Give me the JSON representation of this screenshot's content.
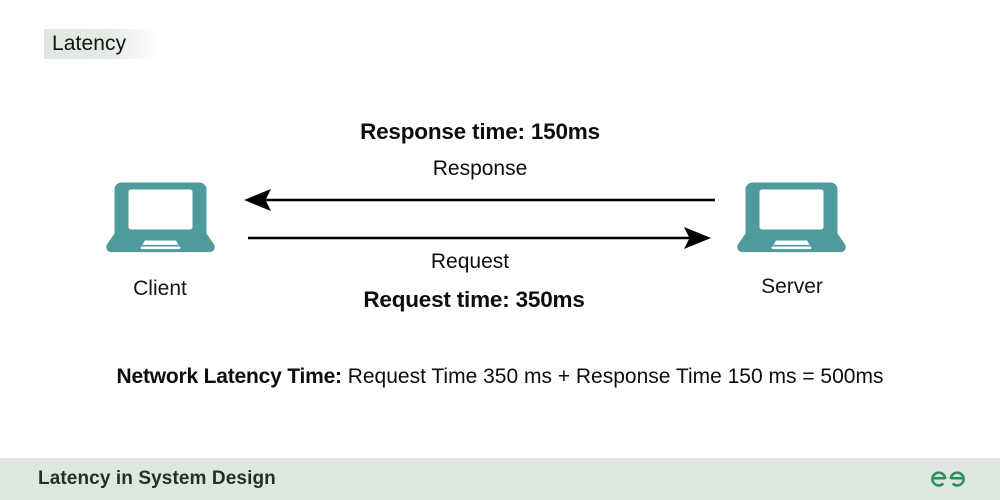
{
  "tag": {
    "label": "Latency"
  },
  "diagram": {
    "nodes": [
      {
        "id": "client",
        "label": "Client",
        "icon": "laptop-icon"
      },
      {
        "id": "server",
        "label": "Server",
        "icon": "laptop-icon"
      }
    ],
    "flows": [
      {
        "id": "response",
        "direction": "server-to-client",
        "metric_label": "Response time: 150ms",
        "name_label": "Response",
        "value_ms": 150
      },
      {
        "id": "request",
        "direction": "client-to-server",
        "metric_label": "Request time: 350ms",
        "name_label": "Request",
        "value_ms": 350
      }
    ]
  },
  "summary": {
    "prefix": "Network Latency Time:",
    "expression": "Request Time 350 ms + Response Time 150 ms = 500ms"
  },
  "footer": {
    "title": "Latency in System Design",
    "logo": "geeksforgeeks-logo"
  },
  "colors": {
    "device_teal": "#4f9a9c",
    "tag_background": "#dee7e0",
    "footer_background": "#dde7de",
    "logo_green": "#2f8d5e",
    "arrow_black": "#000000",
    "text_black": "#0d0d0d"
  }
}
